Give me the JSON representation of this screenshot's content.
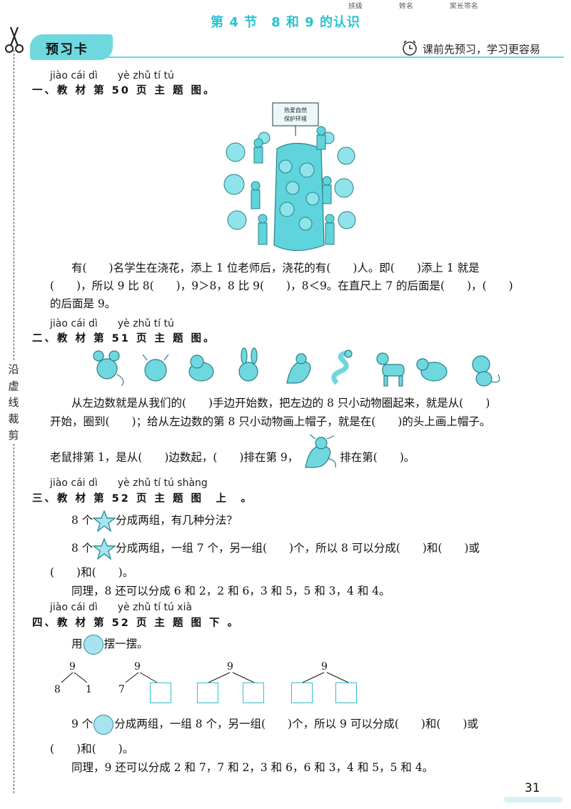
{
  "header": {
    "class_label": "班级",
    "name_label": "姓名",
    "parent_label": "家长签名",
    "title": "第 4 节　8 和 9 的认识",
    "card_label": "预习卡",
    "tip": "课前先预习，学习更容易",
    "cut_text": "沿虚线裁剪"
  },
  "section1": {
    "pinyin": "jiào cái dì　　yè zhǔ tí tú",
    "heading": "一、教 材 第 50 页 主 题 图。",
    "banner": "热爱自然 保护环境",
    "lines": [
      "有(　　)名学生在浇花，添上 1 位老师后，浇花的有(　　)人。即(　　)添上 1 就是",
      "(　　)，所以 9 比 8(　　)，9＞8，8 比 9(　　)，8＜9。在直尺上 7 的后面是(　　)，(　　)",
      "的后面是 9。"
    ]
  },
  "section2": {
    "pinyin": "jiào cái dì　　yè zhǔ tí tú",
    "heading": "二、教 材 第 51 页 主 题 图。",
    "lines": [
      "从左边数就是从我们的(　　)手边开始数，把左边的 8 只小动物圈起来，就是从(　　)",
      "开始，圈到(　　)；给从左边数的第 8 只小动物画上帽子，就是在(　　)的头上画上帽子。"
    ],
    "line3_a": "老鼠排第 1，是从(　　)边数起，(　　)排在第 9，",
    "line3_b": "排在第(　　)。"
  },
  "section3": {
    "pinyin": "jiào cái dì　　yè zhǔ tí tú shàng",
    "heading": "三、教 材 第 52 页 主 题 图　上　。",
    "q_prefix": "8 个",
    "q_suffix": "分成两组，有几种分法？",
    "l2_prefix": "8 个",
    "l2_suffix": "分成两组，一组 7 个，另一组(　　)个，所以 8 可以分成(　　)和(　　)或",
    "l3": "(　　)和(　　)。",
    "l4": "同理，8 还可以分成 6 和 2，2 和 6，3 和 5，5 和 3，4 和 4。"
  },
  "section4": {
    "pinyin": "jiào cái dì　　yè zhǔ tí tú xià",
    "heading": "四、教 材 第 52 页 主 题 图 下 。",
    "use_prefix": "用",
    "use_suffix": "摆一摆。",
    "trees": [
      {
        "top": "9",
        "left": "8",
        "right": "1"
      },
      {
        "top": "9",
        "left": "7",
        "right": ""
      },
      {
        "top": "9",
        "left": "",
        "right": ""
      },
      {
        "top": "9",
        "left": "",
        "right": ""
      }
    ],
    "l2_prefix": "9 个",
    "l2_suffix": "分成两组，一组 8 个，另一组(　　)个，所以 9 可以分成(　　)和(　　)或",
    "l3": "(　　)和(　　)。",
    "l4": "同理，9 还可以分成 2 和 7，7 和 2，3 和 6，6 和 3，4 和 5，5 和 4。"
  },
  "footer": {
    "page_number": "31"
  },
  "colors": {
    "accent": "#27c3cf",
    "tab": "#6fd8df",
    "illustration": "#5fd4dc",
    "circle": "#a9e3ef"
  }
}
